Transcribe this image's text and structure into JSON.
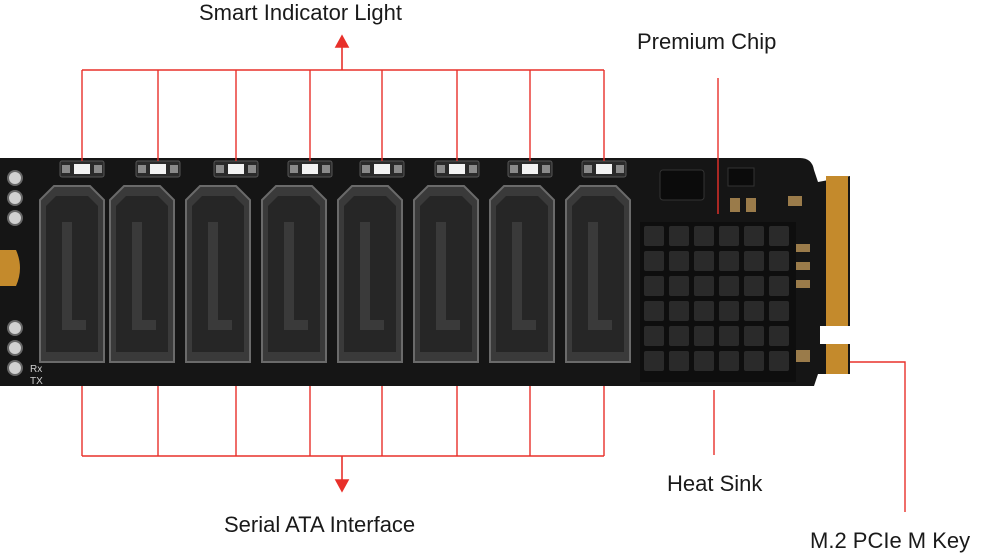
{
  "labels": {
    "indicator": "Smart Indicator Light",
    "chip": "Premium Chip",
    "sata": "Serial ATA Interface",
    "heatsink": "Heat Sink",
    "mkey": "M.2 PCIe M Key"
  },
  "board_marks": {
    "rx": "Rx",
    "tx": "TX"
  },
  "sata_port_count": 8,
  "colors": {
    "callout_line": "#e8302a",
    "board": "#151515",
    "connector": "#3a3a3a",
    "led": "#f2f2f2",
    "gold": "#c48a2c",
    "heatsink": "#1c1c1c"
  }
}
